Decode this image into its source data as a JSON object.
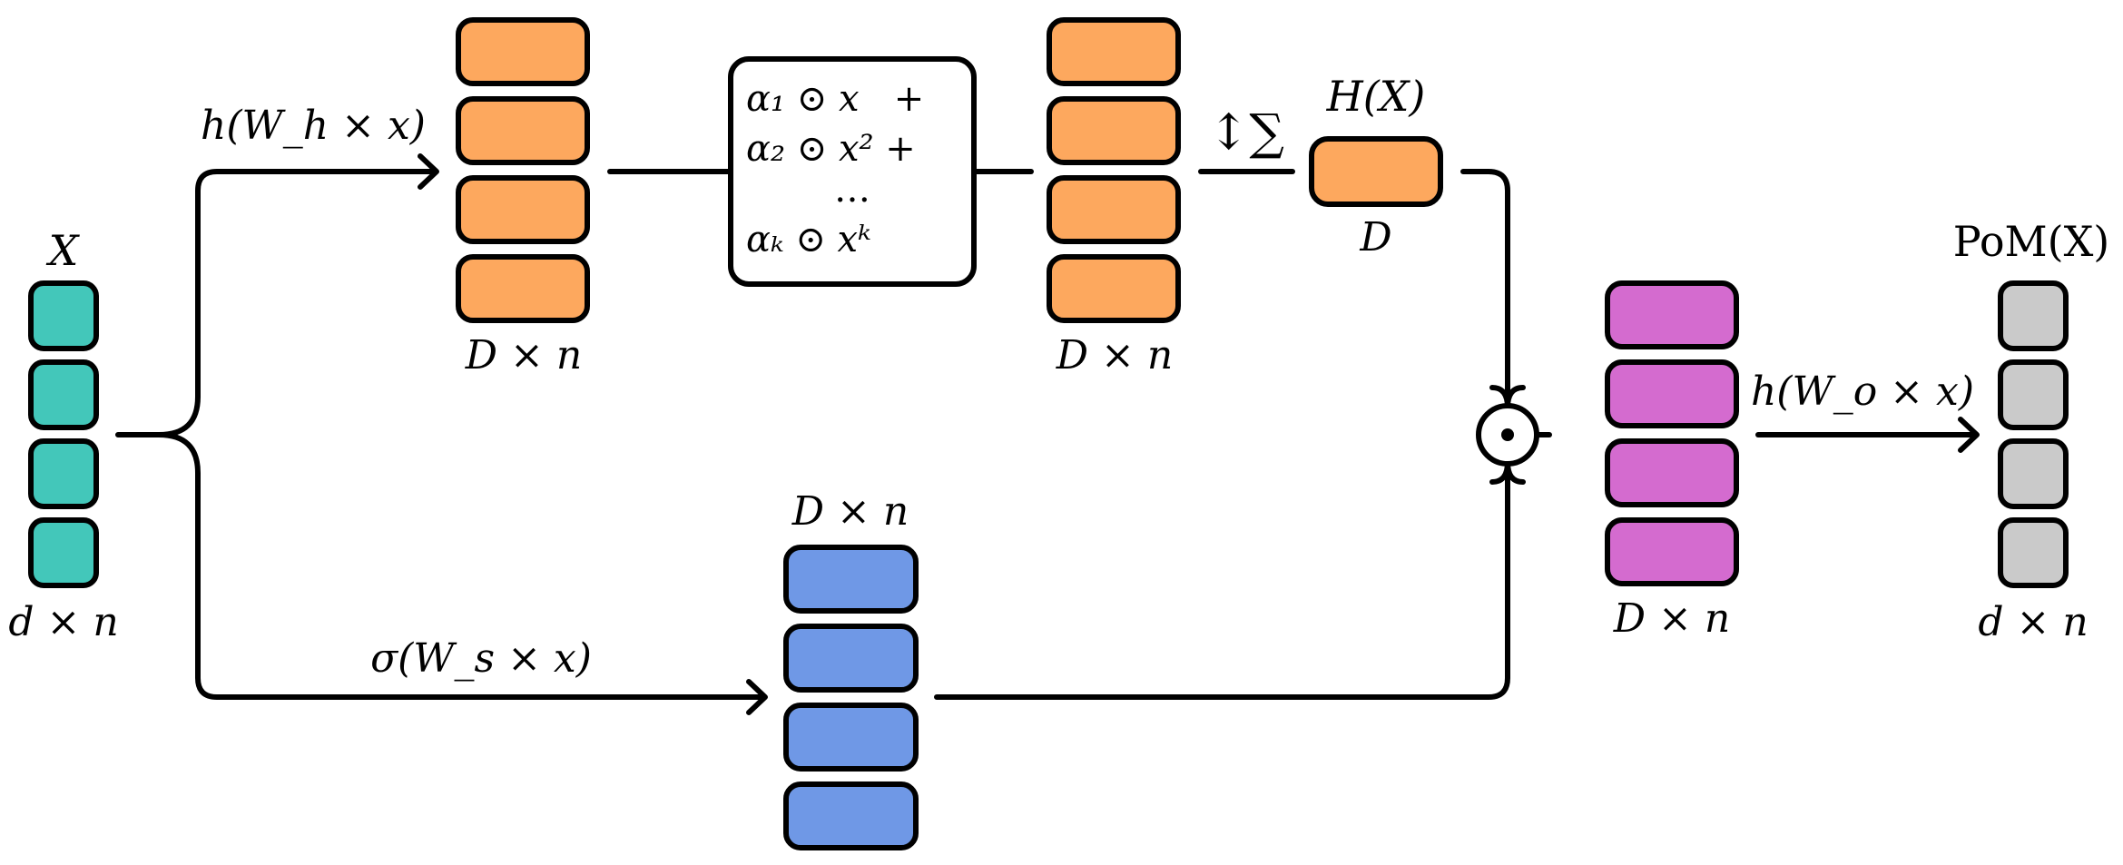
{
  "colors": {
    "input": "#43C7BA",
    "hidden": "#FDA85E",
    "selection": "#6F98E6",
    "product": "#D46BCF",
    "output": "#CACACA",
    "stroke": "#000000"
  },
  "labels": {
    "input_title": "X",
    "input_dims": "d × n",
    "hidden_map": "h(W_h × x)",
    "hidden_dims": "D × n",
    "poly_line1": "α₁ ⊙ x   +",
    "poly_line2": "α₂ ⊙ x² +",
    "poly_line3": "…",
    "poly_line4": "αₖ ⊙ xᵏ",
    "expanded_dims": "D × n",
    "sum_op": "↕∑",
    "aggregate_title": "H(X)",
    "aggregate_dims": "D",
    "selection_map": "σ(W_s × x)",
    "selection_dims": "D × n",
    "product_op": "⊙",
    "product_dims": "D × n",
    "output_map": "h(W_o × x)",
    "output_title": "PoM(X)",
    "output_dims": "d × n"
  }
}
